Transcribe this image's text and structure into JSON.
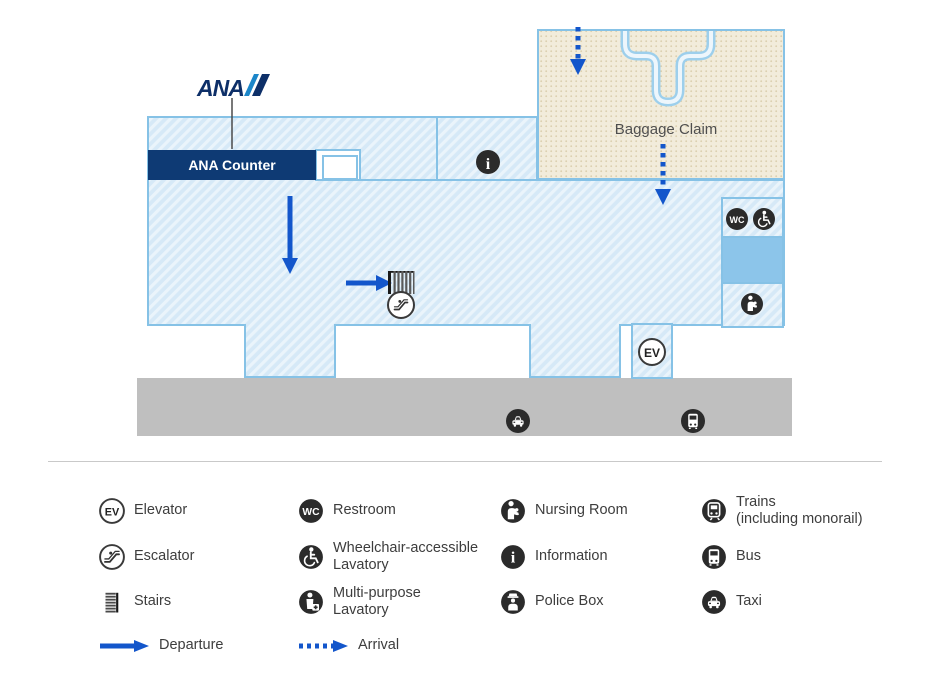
{
  "strings": {
    "ana_logo": "ANA",
    "ev": "EV",
    "wc": "WC",
    "info": "i"
  },
  "map": {
    "ana_counter": "ANA Counter",
    "baggage_claim": "Baggage Claim"
  },
  "legend": {
    "col1": [
      {
        "icon": "elevator-icon",
        "label": "Elevator"
      },
      {
        "icon": "escalator-icon",
        "label": "Escalator"
      },
      {
        "icon": "stairs-icon",
        "label": "Stairs"
      },
      {
        "icon": "departure-arrow-icon",
        "label": "Departure"
      }
    ],
    "col2": [
      {
        "icon": "restroom-icon",
        "label": "Restroom"
      },
      {
        "icon": "wheelchair-lavatory-icon",
        "line1": "Wheelchair-accessible",
        "line2": "Lavatory"
      },
      {
        "icon": "multi-purpose-lavatory-icon",
        "line1": "Multi-purpose",
        "line2": "Lavatory"
      },
      {
        "icon": "arrival-arrow-icon",
        "label": "Arrival"
      }
    ],
    "col3": [
      {
        "icon": "nursing-room-icon",
        "label": "Nursing Room"
      },
      {
        "icon": "information-icon",
        "label": "Information"
      },
      {
        "icon": "police-box-icon",
        "label": "Police Box"
      }
    ],
    "col4": [
      {
        "icon": "trains-icon",
        "line1": "Trains",
        "line2": "(including monorail)"
      },
      {
        "icon": "bus-icon",
        "label": "Bus"
      },
      {
        "icon": "taxi-icon",
        "label": "Taxi"
      }
    ]
  },
  "colors": {
    "accent_blue_arrow": "#1356cb",
    "ana_navy": "#0e3a74",
    "floor_fill": "#d6e9f7",
    "floor_border": "#86c2e6",
    "baggage_fill": "#f2ecdb",
    "road_gray": "#bfbfbf",
    "icon_dark": "#2b2b2b",
    "solid_block_blue": "#8cc5ea"
  }
}
